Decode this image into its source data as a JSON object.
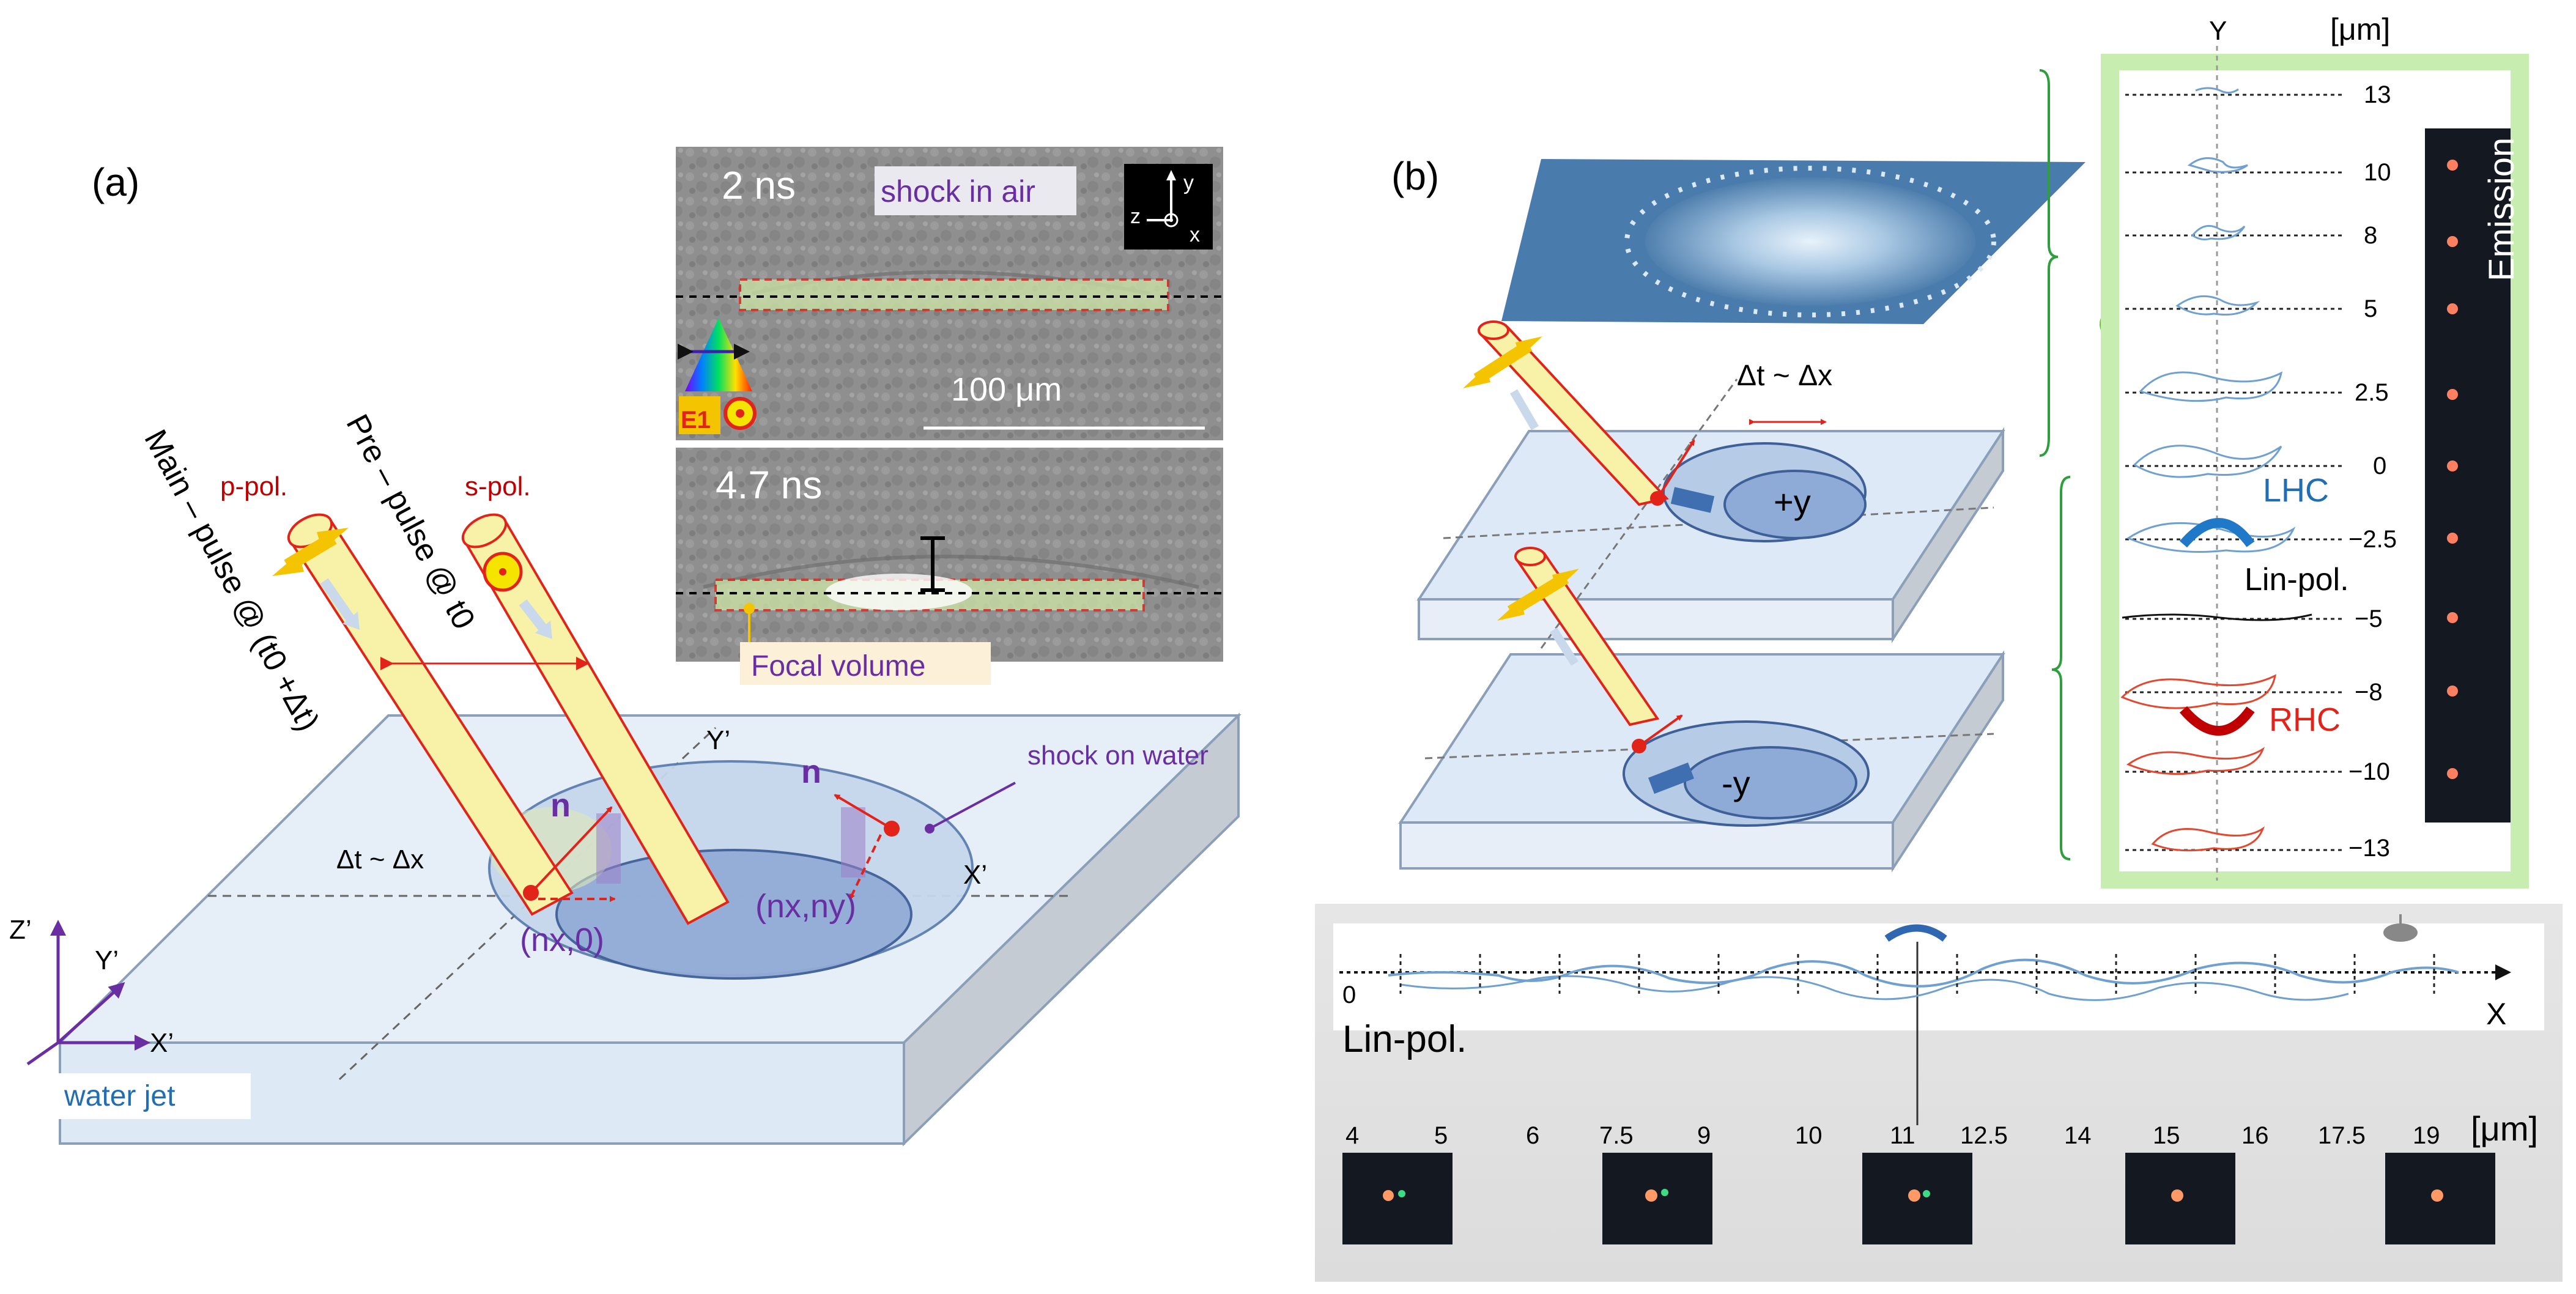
{
  "panel_a": {
    "label": "(a)",
    "frame1_time": "2 ns",
    "frame1_note": "shock in air",
    "scalebar": "100 μm",
    "axes_z": "z",
    "axes_y": "y",
    "axes_x": "x",
    "e1_label": "E1",
    "frame2_time": "4.7 ns",
    "focal_volume": "Focal volume",
    "p_pol": "p-pol.",
    "s_pol": "s-pol.",
    "main_pulse": "Main – pulse @ (t0 +Δt)",
    "pre_pulse": "Pre – pulse @ t0",
    "shock_on_water": "shock on water",
    "y_prime": "Y’",
    "x_prime": "X’",
    "dt_dx": "Δt ~ Δx",
    "n1": "n",
    "n2": "n",
    "nx0": "(nx,0)",
    "nxny": "(nx,ny)",
    "coord_z": "Z’",
    "coord_y": "Y’",
    "coord_x": "X’",
    "water_jet": "water jet"
  },
  "panel_b": {
    "label": "(b)",
    "dt_dx": "Δt ~ Δx",
    "plus_y": "+y",
    "minus_y": "-y",
    "y_axis": "Y",
    "unit": "[μm]",
    "emission": "Emission",
    "y_ticks": [
      "13",
      "10",
      "8",
      "5",
      "2.5",
      "0",
      "−2.5",
      "−5",
      "−8",
      "−10",
      "−13"
    ],
    "lhc": "LHC",
    "lin_pol_right": "Lin-pol.",
    "rhc": "RHC",
    "x_zero": "0",
    "x_axis": "X",
    "lin_pol_bottom": "Lin-pol.",
    "x_ticks": [
      "4",
      "5",
      "6",
      "7.5",
      "9",
      "10",
      "11",
      "12.5",
      "14",
      "15",
      "16",
      "17.5",
      "19"
    ],
    "x_unit": "[μm]"
  }
}
